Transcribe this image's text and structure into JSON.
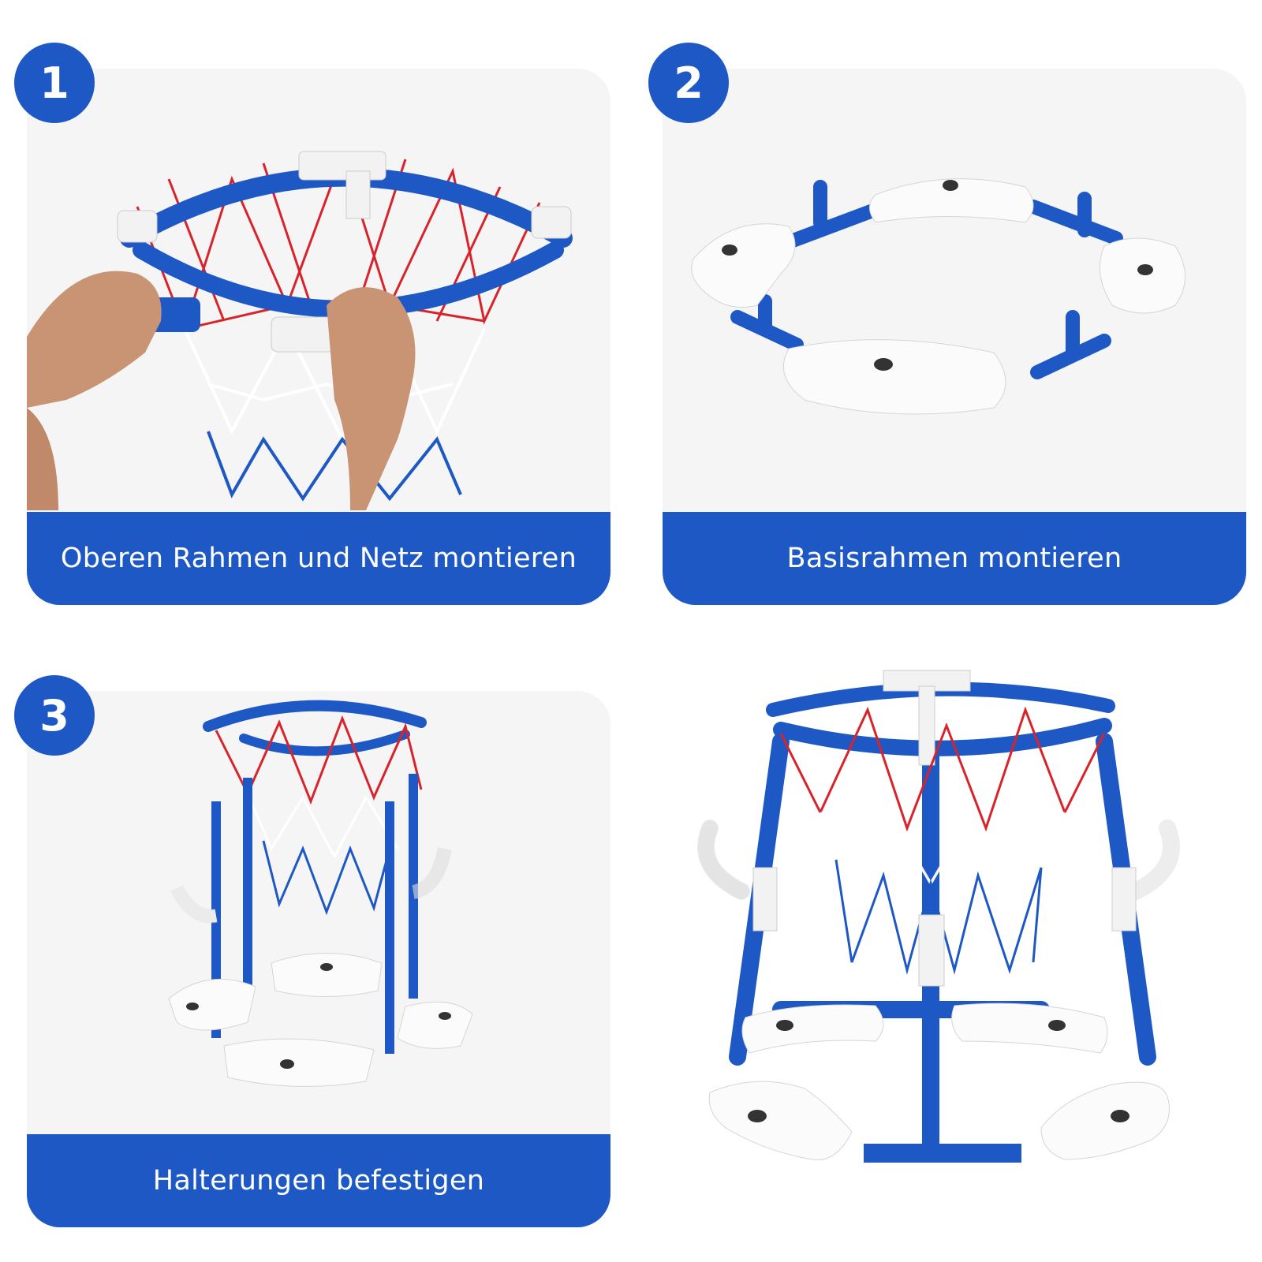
{
  "colors": {
    "brand_blue": "#1d58c4",
    "panel_bg": "#f5f5f5",
    "net_red": "#d8232a"
  },
  "steps": [
    {
      "number": "1",
      "caption": "Oberen Rahmen und Netz montieren"
    },
    {
      "number": "2",
      "caption": "Basisrahmen montieren"
    },
    {
      "number": "3",
      "caption": "Halterungen befestigen"
    }
  ]
}
